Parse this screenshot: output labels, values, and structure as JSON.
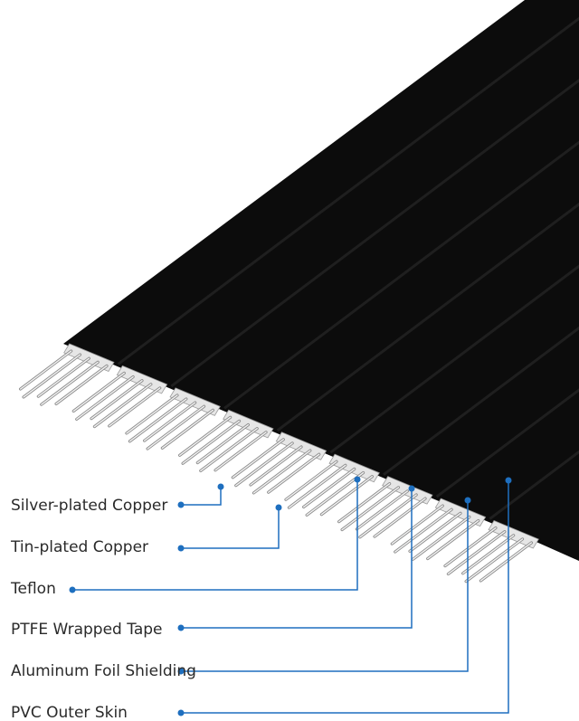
{
  "colors": {
    "jacket": "#0c0c0c",
    "stripe": "#1d1d1d",
    "conductor_shadow": "#8c8c8c",
    "conductor_light": "#ececec",
    "foil": "#d9d9d9",
    "leader": "#1e6fbf"
  },
  "layers": {
    "silver": {
      "label": "Silver-plated Copper",
      "icon": "dot-marker"
    },
    "tin": {
      "label": "Tin-plated Copper",
      "icon": "dot-marker"
    },
    "teflon": {
      "label": "Teflon",
      "icon": "dot-marker"
    },
    "ptfe": {
      "label": "PTFE Wrapped Tape",
      "icon": "dot-marker"
    },
    "foil": {
      "label": "Aluminum Foil Shielding",
      "icon": "dot-marker"
    },
    "pvc": {
      "label": "PVC Outer Skin",
      "icon": "dot-marker"
    }
  }
}
